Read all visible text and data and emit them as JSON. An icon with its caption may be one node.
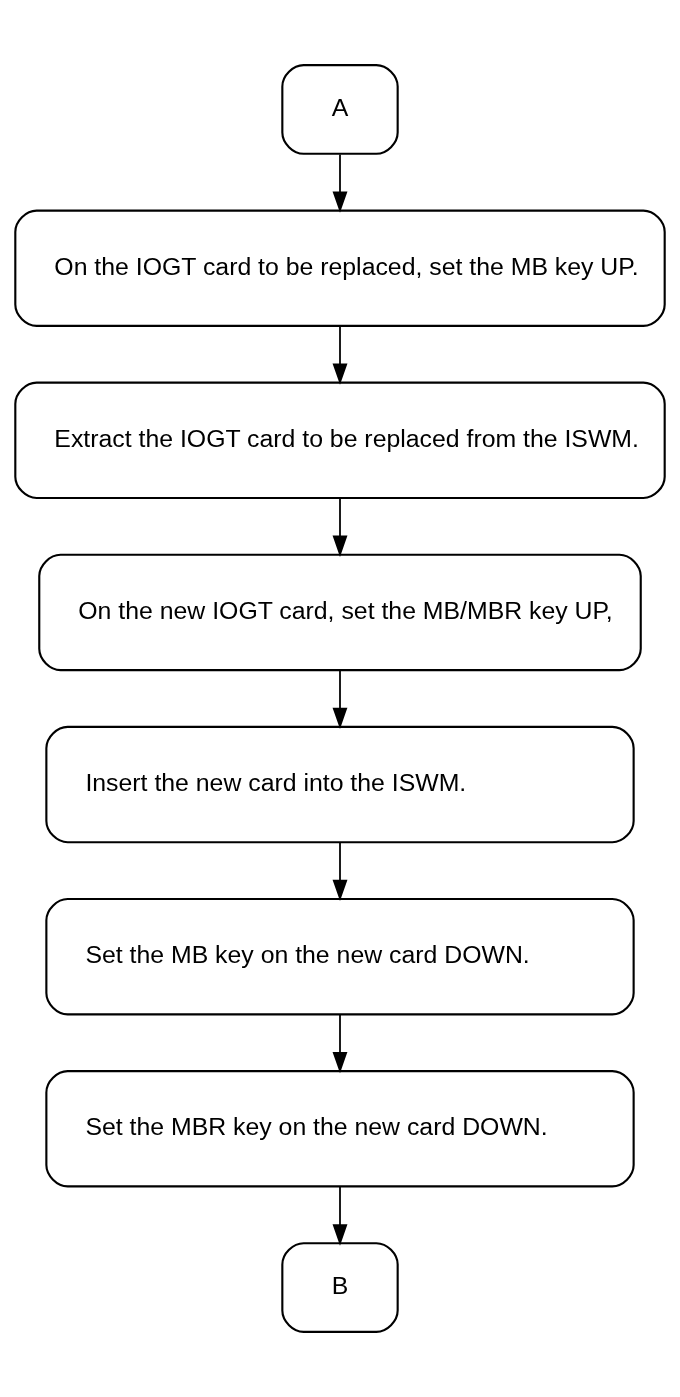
{
  "diagram": {
    "nodes": [
      {
        "text": [
          "A"
        ]
      },
      {
        "text": [
          "On the IOGT card to be replaced, set the MB key UP."
        ]
      },
      {
        "text": [
          "Extract the IOGT card to be replaced from the ISWM."
        ]
      },
      {
        "text": [
          "On the new IOGT card, set the MB/MBR key UP,"
        ]
      },
      {
        "text": [
          "Insert the new card into the ISWM."
        ]
      },
      {
        "text": [
          "Set the MB key on the new card DOWN."
        ]
      },
      {
        "text": [
          "Set the MBR key on the new card DOWN."
        ]
      },
      {
        "text": [
          "B"
        ]
      }
    ],
    "edges": [
      {
        "from": 0,
        "to": 1,
        "arrow": "to"
      },
      {
        "from": 1,
        "to": 2,
        "arrow": "to"
      },
      {
        "from": 2,
        "to": 3,
        "arrow": "to"
      },
      {
        "from": 3,
        "to": 4,
        "arrow": "to"
      },
      {
        "from": 4,
        "to": 5,
        "arrow": "to"
      },
      {
        "from": 5,
        "to": 6,
        "arrow": "to"
      },
      {
        "from": 6,
        "to": 7,
        "arrow": "to"
      }
    ]
  }
}
